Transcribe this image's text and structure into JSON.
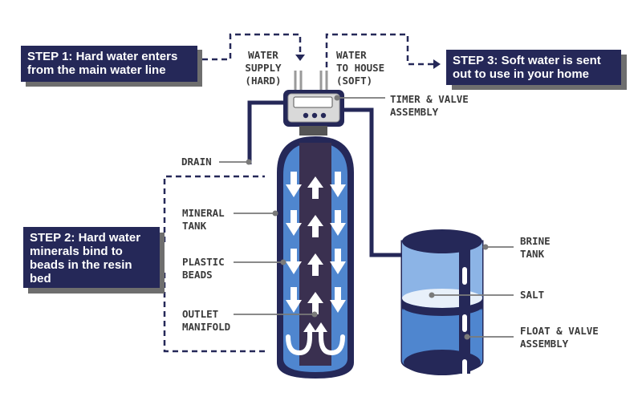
{
  "steps": {
    "step1": "STEP 1: Hard water enters from the main water line",
    "step2": "STEP 2: Hard water minerals bind to beads in the resin bed",
    "step3": "STEP 3: Soft water is sent out to use in your home"
  },
  "labels": {
    "water_supply": [
      "WATER",
      "SUPPLY",
      "(HARD)"
    ],
    "water_to_house": [
      "WATER",
      "TO HOUSE",
      "(SOFT)"
    ],
    "timer_valve": [
      "TIMER & VALVE",
      "ASSEMBLY"
    ],
    "drain": "DRAIN",
    "mineral_tank": [
      "MINERAL",
      "TANK"
    ],
    "plastic_beads": [
      "PLASTIC",
      "BEADS"
    ],
    "outlet_manifold": [
      "OUTLET",
      "MANIFOLD"
    ],
    "brine_tank": [
      "BRINE",
      "TANK"
    ],
    "salt": "SALT",
    "float_valve": [
      "FLOAT & VALVE",
      "ASSEMBLY"
    ]
  },
  "colors": {
    "navy": "#252858",
    "tank_blue": "#4f86cf",
    "light_blue": "#8cb4e6",
    "core": "#3a3050",
    "shadow": "#6e6e6e",
    "leader": "#7a7a7a",
    "pipe": "#252858"
  }
}
